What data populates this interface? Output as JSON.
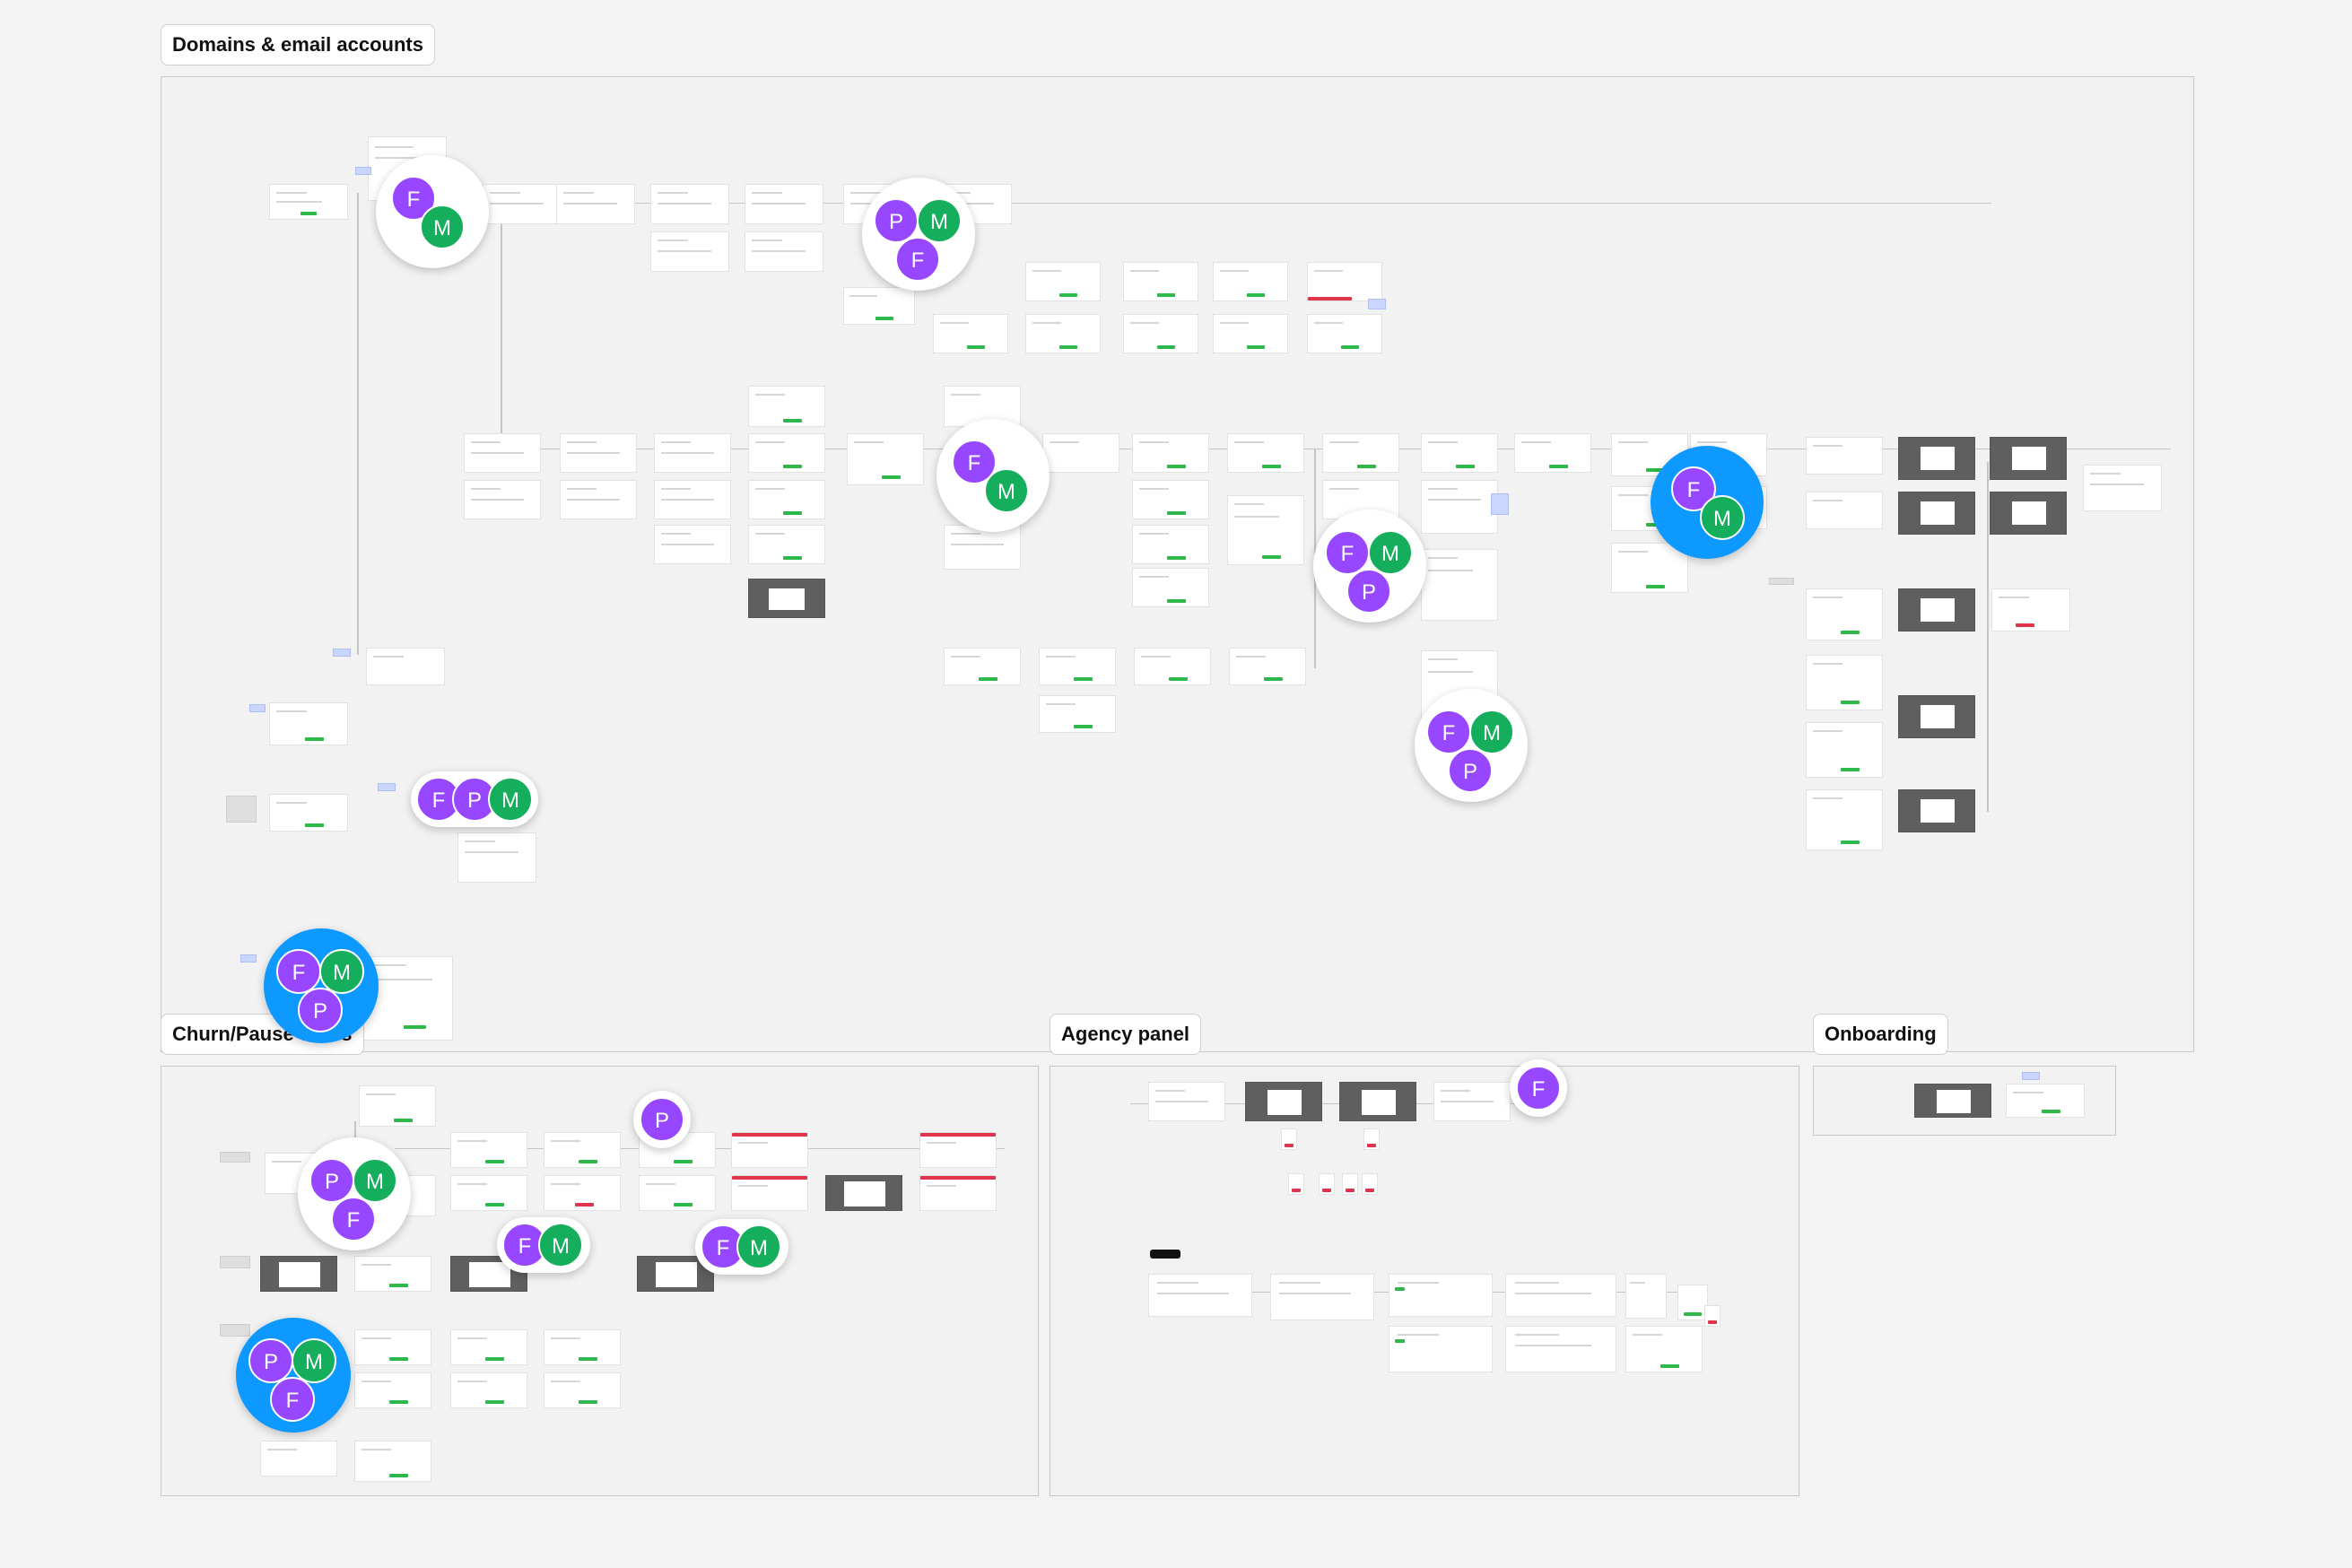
{
  "sections": [
    {
      "id": "domains",
      "title": "Domains & email accounts"
    },
    {
      "id": "churn",
      "title": "Churn/Pause users"
    },
    {
      "id": "agency",
      "title": "Agency panel"
    },
    {
      "id": "onboarding",
      "title": "Onboarding"
    }
  ],
  "cursors": [
    {
      "users": [
        "F",
        "M"
      ],
      "active": false
    },
    {
      "users": [
        "P",
        "M",
        "F"
      ],
      "active": false
    },
    {
      "users": [
        "F",
        "M"
      ],
      "active": false
    },
    {
      "users": [
        "F",
        "M",
        "P"
      ],
      "active": false
    },
    {
      "users": [
        "F",
        "M"
      ],
      "active": true
    },
    {
      "users": [
        "F",
        "M",
        "P"
      ],
      "active": false
    },
    {
      "users": [
        "F",
        "P",
        "M"
      ],
      "active": false
    },
    {
      "users": [
        "F",
        "M",
        "P"
      ],
      "active": true
    },
    {
      "users": [
        "P"
      ],
      "active": false
    },
    {
      "users": [
        "P",
        "M",
        "F"
      ],
      "active": false
    },
    {
      "users": [
        "F",
        "M"
      ],
      "active": false
    },
    {
      "users": [
        "F",
        "M"
      ],
      "active": false
    },
    {
      "users": [
        "P",
        "M",
        "F"
      ],
      "active": true
    },
    {
      "users": [
        "F"
      ],
      "active": false
    }
  ],
  "colors": {
    "canvas": "#f3f3f3",
    "avatar_purple": "#9747ff",
    "avatar_green": "#14ae5c",
    "active_selection": "#0d99ff",
    "success_button": "#2eb84a",
    "danger_button": "#e0344a",
    "note": "#c9d6ff"
  }
}
